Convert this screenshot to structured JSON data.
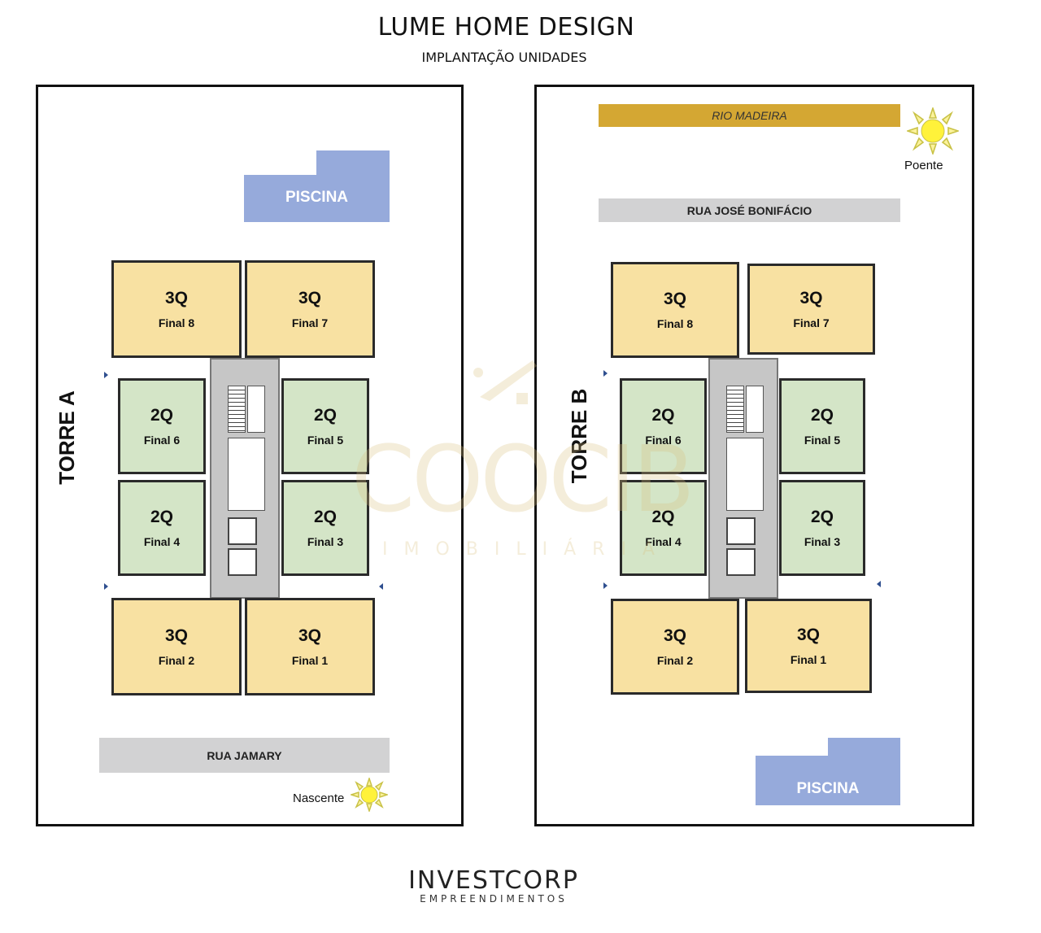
{
  "header": {
    "title": "LUME HOME DESIGN",
    "subtitle": "IMPLANTAÇÃO UNIDADES"
  },
  "colors": {
    "unit_3q": "#f8e1a2",
    "unit_2q": "#d4e5c7",
    "pool": "#96aadb",
    "road": "#d2d2d3",
    "river": "#d4a733",
    "core": "#c6c6c6"
  },
  "tower_a": {
    "label": "TORRE A",
    "pool_label": "PISCINA",
    "road_label": "RUA JAMARY",
    "sun_label": "Nascente",
    "units": [
      {
        "type": "3Q",
        "final": "Final 8"
      },
      {
        "type": "3Q",
        "final": "Final 7"
      },
      {
        "type": "2Q",
        "final": "Final 6"
      },
      {
        "type": "2Q",
        "final": "Final 5"
      },
      {
        "type": "2Q",
        "final": "Final 4"
      },
      {
        "type": "2Q",
        "final": "Final 3"
      },
      {
        "type": "3Q",
        "final": "Final 2"
      },
      {
        "type": "3Q",
        "final": "Final 1"
      }
    ]
  },
  "tower_b": {
    "label": "TORRE B",
    "river_label": "RIO MADEIRA",
    "road_label": "RUA JOSÉ BONIFÁCIO",
    "pool_label": "PISCINA",
    "sun_label": "Poente",
    "units": [
      {
        "type": "3Q",
        "final": "Final 8"
      },
      {
        "type": "3Q",
        "final": "Final 7"
      },
      {
        "type": "2Q",
        "final": "Final 6"
      },
      {
        "type": "2Q",
        "final": "Final 5"
      },
      {
        "type": "2Q",
        "final": "Final 4"
      },
      {
        "type": "2Q",
        "final": "Final 3"
      },
      {
        "type": "3Q",
        "final": "Final 2"
      },
      {
        "type": "3Q",
        "final": "Final 1"
      }
    ]
  },
  "watermark": {
    "name": "COOCIB",
    "sub": "IMOBILIÁRIA"
  },
  "footer": {
    "brand": "INVESTCORP",
    "tagline": "EMPREENDIMENTOS"
  },
  "icons": {
    "sun": "sun-icon",
    "watermark_logo": "house-logo-icon"
  }
}
